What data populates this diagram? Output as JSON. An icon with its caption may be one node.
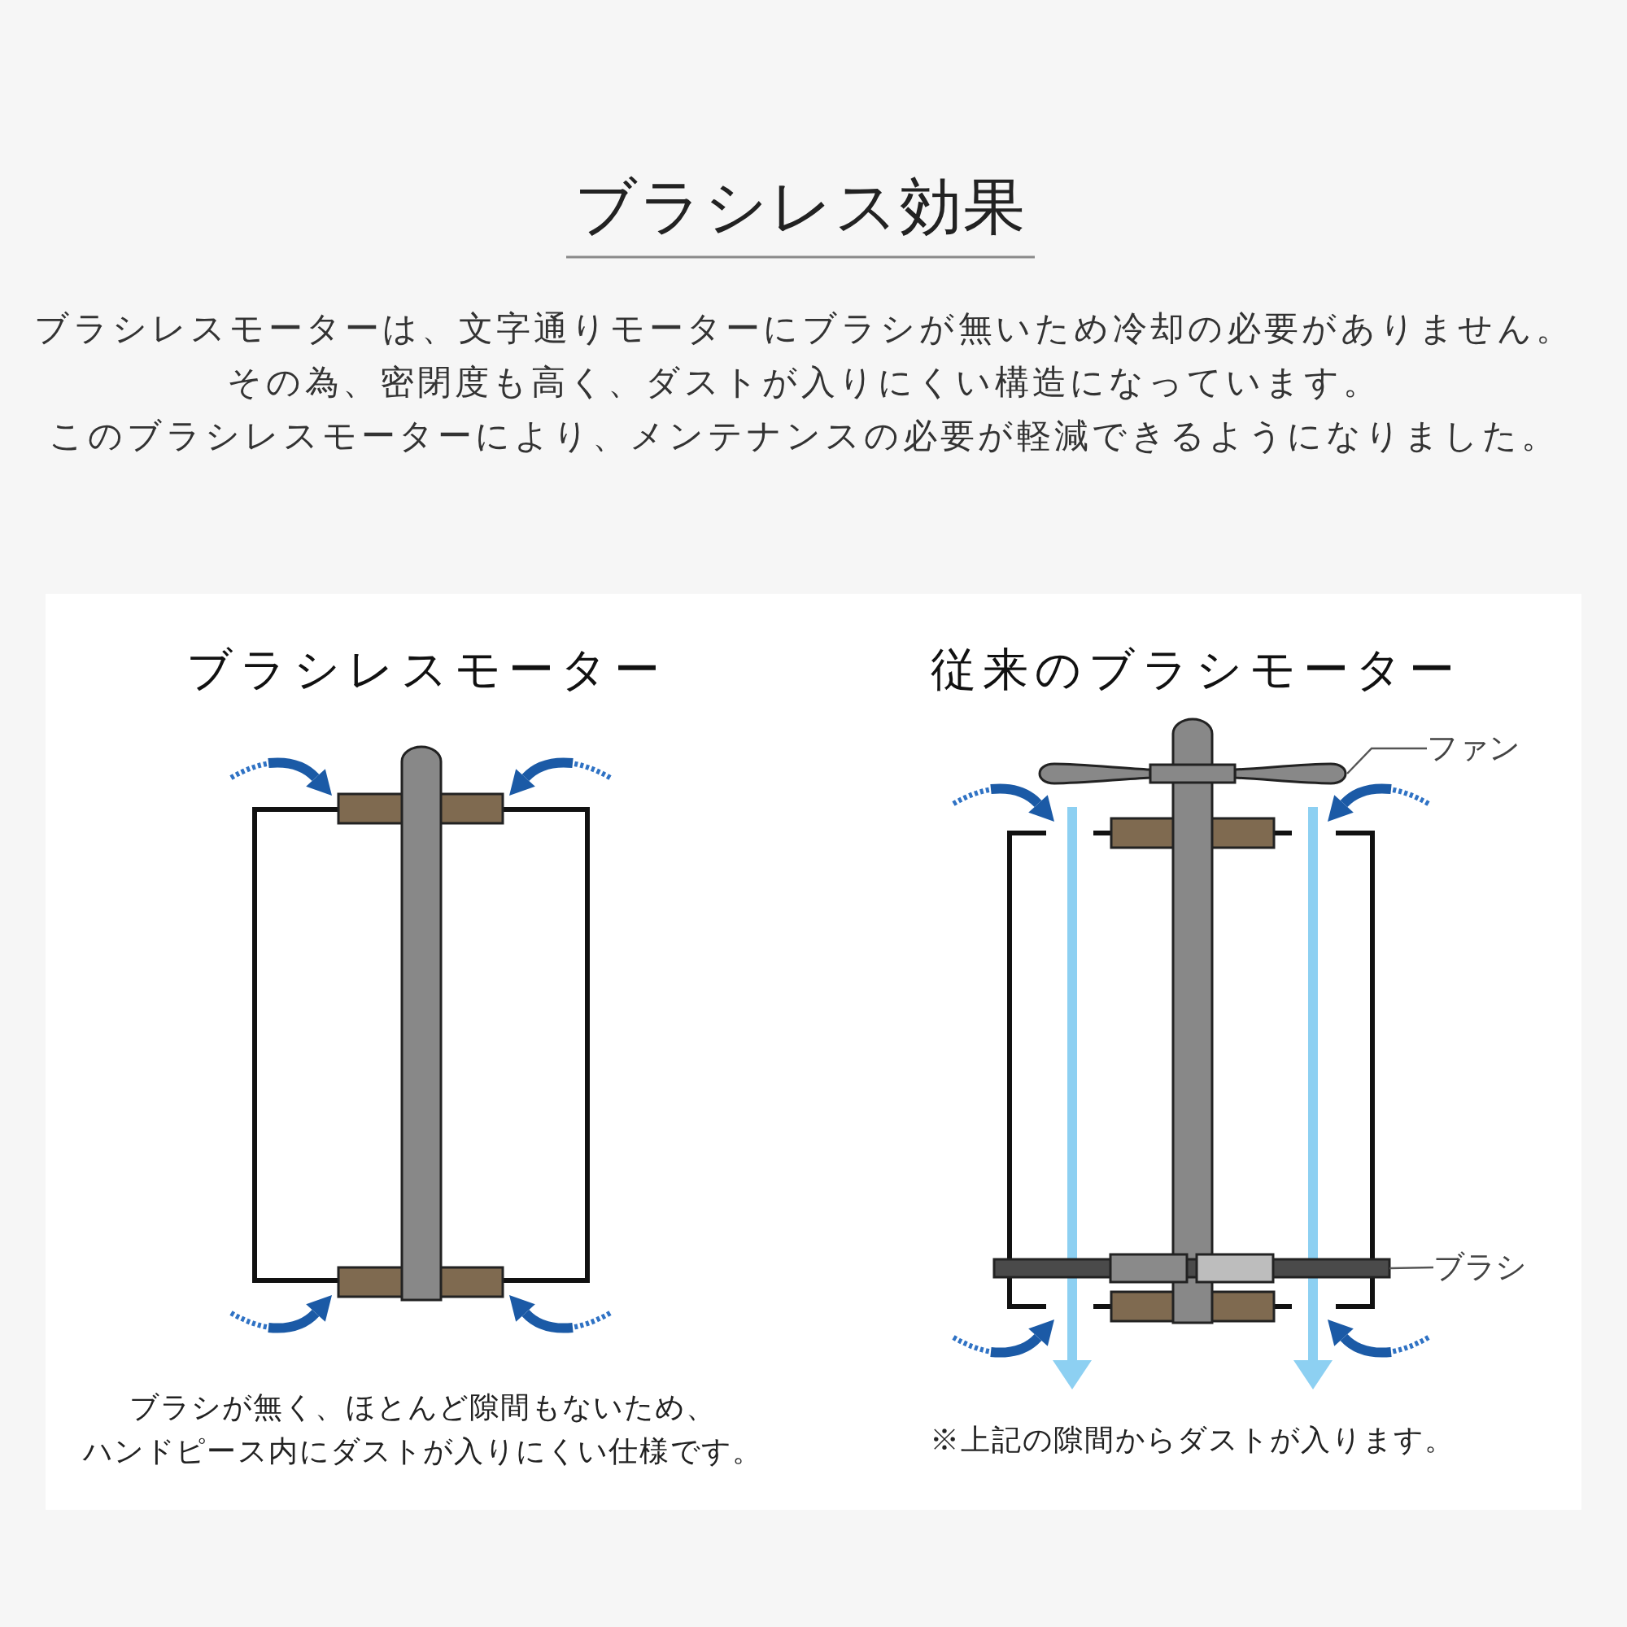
{
  "diagram": {
    "title": "ブラシレス効果",
    "nodes": [
      {
        "text": [
          "ファン"
        ]
      },
      {
        "text": [],
        "shape": "picture"
      },
      {
        "text": [
          "ブラシ"
        ]
      },
      {
        "text": [],
        "shape": "bar"
      }
    ],
    "edges": [
      {
        "from": 0,
        "to": 1,
        "arrow": "none"
      },
      {
        "from": 2,
        "to": 3,
        "arrow": "none"
      }
    ],
    "labels": [
      "ブラシレスモーターは、文字通りモーターにブラシが無いため冷却の必要がありません。その為、密閉度も高く、ダストが入りにくい構造になっています。このブラシレスモーターにより、メンテナンスの必要が軽減できるようになりました。",
      "ブラシレスモーター",
      "従来のブラシモーター",
      "ブラシが無く、ほとんど隙間もないため、ハンドピース内にダストが入りにくい仕様です。",
      "※上記の隙間からダストが入ります。"
    ]
  }
}
